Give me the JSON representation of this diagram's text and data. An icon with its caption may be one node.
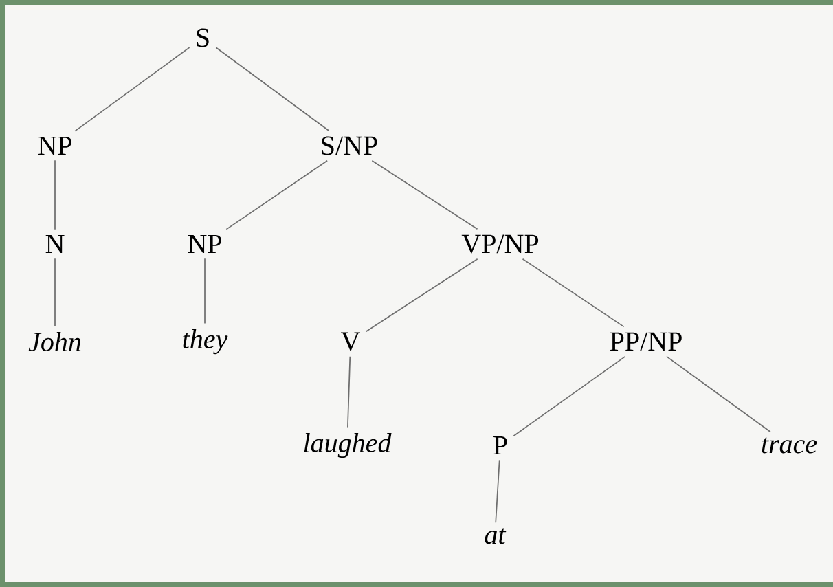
{
  "diagram": {
    "nodes": [
      {
        "text": [
          "S"
        ]
      },
      {
        "text": [
          "NP"
        ]
      },
      {
        "text": [
          "S/NP"
        ]
      },
      {
        "text": [
          "N"
        ]
      },
      {
        "text": [
          "NP"
        ]
      },
      {
        "text": [
          "VP/NP"
        ]
      },
      {
        "text": [
          "John"
        ]
      },
      {
        "text": [
          "they"
        ]
      },
      {
        "text": [
          "V"
        ]
      },
      {
        "text": [
          "PP/NP"
        ]
      },
      {
        "text": [
          "laughed"
        ]
      },
      {
        "text": [
          "P"
        ]
      },
      {
        "text": [
          "trace"
        ]
      },
      {
        "text": [
          "at"
        ]
      }
    ],
    "edges": [
      {
        "from": 0,
        "to": 1,
        "arrow": "none"
      },
      {
        "from": 0,
        "to": 2,
        "arrow": "none"
      },
      {
        "from": 1,
        "to": 3,
        "arrow": "none"
      },
      {
        "from": 2,
        "to": 4,
        "arrow": "none"
      },
      {
        "from": 2,
        "to": 5,
        "arrow": "none"
      },
      {
        "from": 3,
        "to": 6,
        "arrow": "none"
      },
      {
        "from": 4,
        "to": 7,
        "arrow": "none"
      },
      {
        "from": 5,
        "to": 8,
        "arrow": "none"
      },
      {
        "from": 5,
        "to": 9,
        "arrow": "none"
      },
      {
        "from": 8,
        "to": 10,
        "arrow": "none"
      },
      {
        "from": 9,
        "to": 11,
        "arrow": "none"
      },
      {
        "from": 9,
        "to": 12,
        "arrow": "none"
      },
      {
        "from": 11,
        "to": 13,
        "arrow": "none"
      }
    ]
  }
}
